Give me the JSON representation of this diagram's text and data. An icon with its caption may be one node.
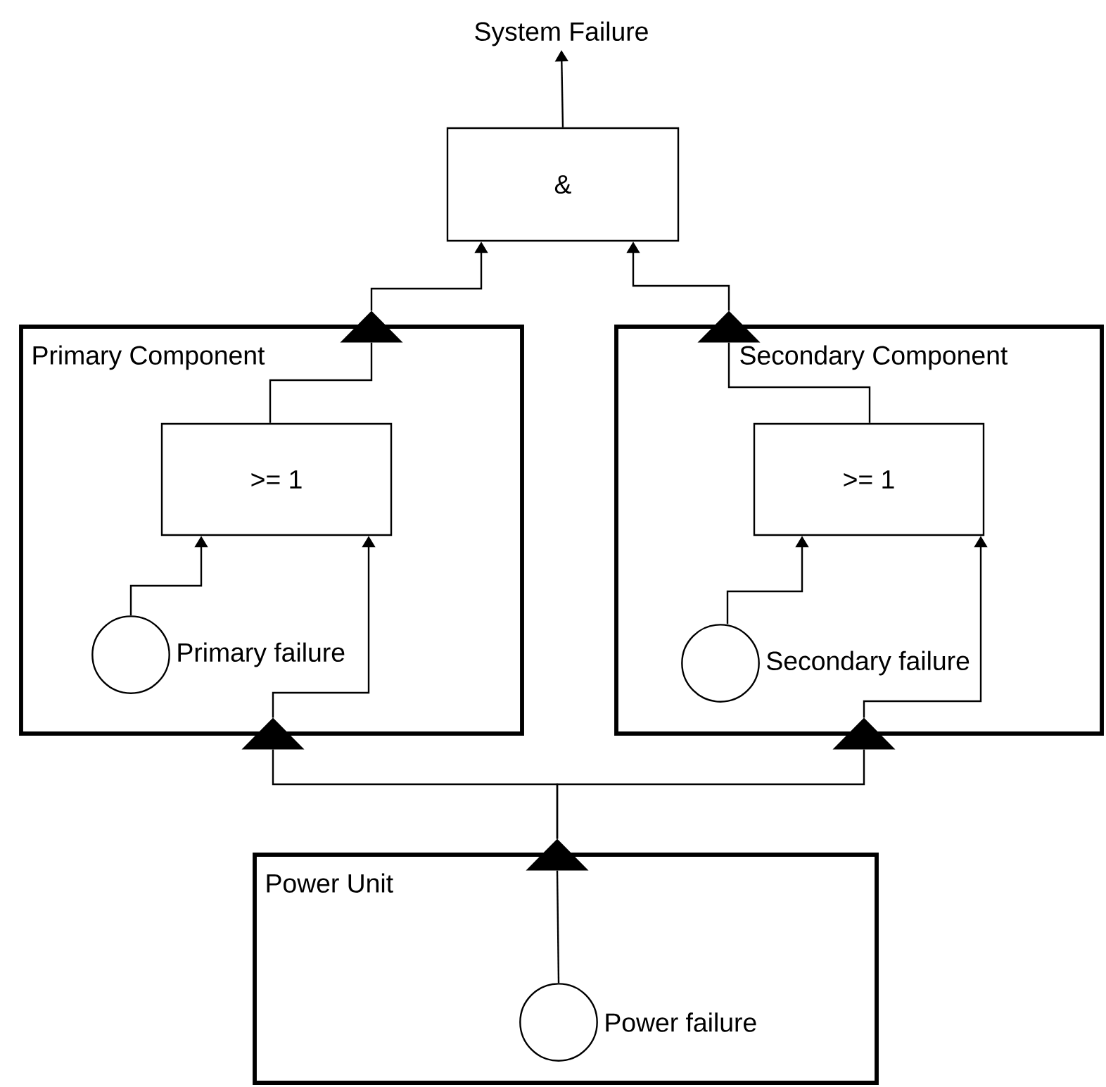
{
  "diagram": {
    "nodes": [
      {
        "text": [
          "System Failure"
        ]
      },
      {
        "text": [
          "&"
        ]
      },
      {
        "text": [
          "Primary Component"
        ]
      },
      {
        "text": [],
        "shape": "triangle"
      },
      {
        "text": [
          ">= 1"
        ],
        "in": 2
      },
      {
        "text": [],
        "shape": "circle",
        "beside": [
          "Primary failure"
        ],
        "in": 2
      },
      {
        "text": [],
        "shape": "triangle"
      },
      {
        "text": [
          "Secondary Component"
        ]
      },
      {
        "text": [],
        "shape": "triangle"
      },
      {
        "text": [
          ">= 1"
        ],
        "in": 7
      },
      {
        "text": [],
        "shape": "circle",
        "beside": [
          "Secondary failure"
        ],
        "in": 7
      },
      {
        "text": [],
        "shape": "triangle"
      },
      {
        "text": [
          "Power Unit"
        ]
      },
      {
        "text": [],
        "shape": "triangle"
      },
      {
        "text": [],
        "shape": "circle",
        "beside": [
          "Power failure"
        ],
        "in": 12
      }
    ],
    "edges": [
      {
        "from": 1,
        "to": 0,
        "arrow": "to"
      },
      {
        "from": 3,
        "to": 1,
        "arrow": "to"
      },
      {
        "from": 4,
        "to": 3,
        "arrow": "none"
      },
      {
        "from": 8,
        "to": 1,
        "arrow": "to"
      },
      {
        "from": 9,
        "to": 8,
        "arrow": "none"
      },
      {
        "from": 5,
        "to": 4,
        "arrow": "to"
      },
      {
        "from": 6,
        "to": 4,
        "arrow": "to"
      },
      {
        "from": 10,
        "to": 9,
        "arrow": "to"
      },
      {
        "from": 11,
        "to": 9,
        "arrow": "to"
      },
      {
        "from": 13,
        "to": 6,
        "arrow": "none"
      },
      {
        "from": 13,
        "to": 11,
        "arrow": "none"
      },
      {
        "from": 14,
        "to": 13,
        "arrow": "none"
      }
    ]
  }
}
